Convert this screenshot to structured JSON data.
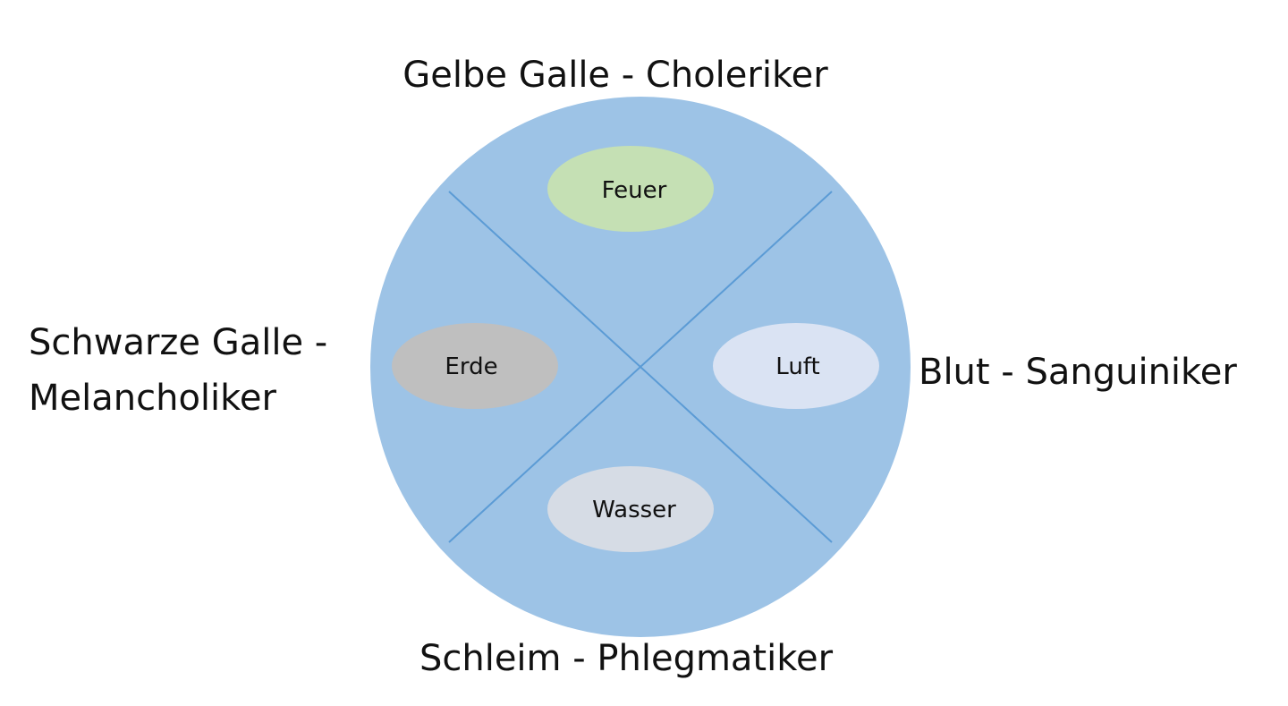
{
  "humors": {
    "top": "Gelbe Galle - Choleriker",
    "right": "Blut - Sanguiniker",
    "bottom": "Schleim - Phlegmatiker",
    "left_line1": "Schwarze Galle -",
    "left_line2": "Melancholiker"
  },
  "elements": {
    "top": "Feuer",
    "right": "Luft",
    "bottom": "Wasser",
    "left": "Erde"
  },
  "colors": {
    "circle_fill": "#9dc3e6",
    "divider_lines": "#5b9bd5",
    "feuer": "#c5e0b4",
    "luft": "#dae3f3",
    "wasser": "#d6dce5",
    "erde": "#bfbfbf",
    "text": "#111111"
  }
}
